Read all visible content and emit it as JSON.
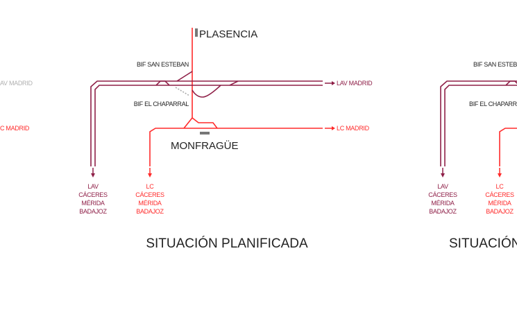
{
  "colors": {
    "lav": "#8e1f47",
    "lc": "#ff2a2a",
    "text": "#222222"
  },
  "left_panel": {
    "lav_madrid": "AV MADRID",
    "lc_madrid": "C MADRID"
  },
  "main_panel": {
    "plasencia": "PLASENCIA",
    "bif_san_esteban": "BIF SAN ESTEBAN",
    "bif_el_chaparral": "BIF EL CHAPARRAL",
    "lav_madrid": "LAV MADRID",
    "lc_madrid": "LC MADRID",
    "monfrague": "MONFRAGÜE",
    "lav_dest": [
      "LAV",
      "CÁCERES",
      "MÉRIDA",
      "BADAJOZ"
    ],
    "lc_dest": [
      "LC",
      "CÁCERES",
      "MÉRIDA",
      "BADAJOZ"
    ],
    "title": "SITUACIÓN PLANIFICADA"
  },
  "right_panel": {
    "bif_san_esteban": "BIF SAN ESTEBAN",
    "bif_el_chaparral": "BIF EL CHAPARRAL",
    "lav_dest": [
      "LAV",
      "CÁCERES",
      "MÉRIDA",
      "BADAJOZ"
    ],
    "lc_dest": [
      "LC",
      "CÁCERES",
      "MÉRIDA",
      "BADAJOZ"
    ],
    "title": "SITUACIÓN"
  }
}
